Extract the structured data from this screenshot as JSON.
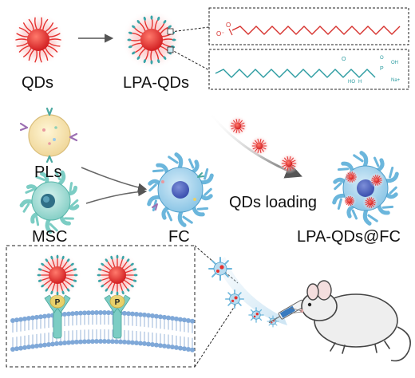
{
  "labels": {
    "qds": "QDs",
    "lpa_qds": "LPA-QDs",
    "pls": "PLs",
    "msc": "MSC",
    "fc": "FC",
    "qds_loading": "QDs loading",
    "lpa_qds_fc": "LPA-QDs@FC",
    "receptor_p": "P",
    "hydroxyl_ho": "HO",
    "hydroxyl_h": "H",
    "phosphate_p": "P",
    "phosphate_o": "O",
    "phosphate_oh": "OH",
    "sodium": "Na+"
  },
  "colors": {
    "qd_red": "#e5312f",
    "qd_glow": "#f59a9a",
    "ligand_teal": "#3aa5a8",
    "chain_red": "#d6312d",
    "chain_teal": "#2a9ba0",
    "cell_blue": "#6bb6dc",
    "membrane_blue": "#7fa8d8",
    "receptor_yellow": "#e8d06a",
    "receptor_teal": "#7ccdc4"
  }
}
